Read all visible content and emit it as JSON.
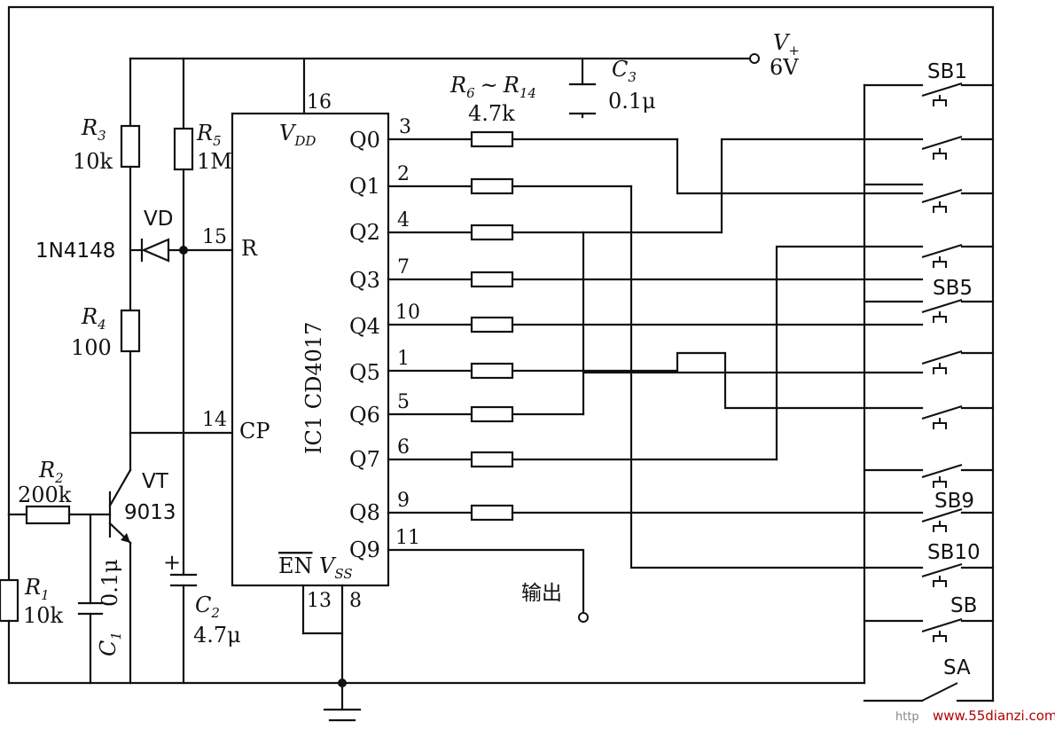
{
  "components": {
    "r1": {
      "name": "R",
      "sub": "1",
      "value": "10k"
    },
    "r2": {
      "name": "R",
      "sub": "2",
      "value": "200k"
    },
    "r3": {
      "name": "R",
      "sub": "3",
      "value": "10k"
    },
    "r4": {
      "name": "R",
      "sub": "4",
      "value": "100"
    },
    "r5": {
      "name": "R",
      "sub": "5",
      "value": "1M"
    },
    "r6_r14": {
      "name1": "R",
      "sub1": "6",
      "sep": "~",
      "name2": "R",
      "sub2": "14",
      "value": "4.7k"
    },
    "c1": {
      "name": "C",
      "sub": "1",
      "value": "0.1μ"
    },
    "c2": {
      "name": "C",
      "sub": "2",
      "value": "4.7μ",
      "polarity": "+"
    },
    "c3": {
      "name": "C",
      "sub": "3",
      "value": "0.1μ"
    },
    "vd": {
      "name": "VD",
      "part": "1N4148"
    },
    "vt": {
      "name": "VT",
      "part": "9013"
    },
    "supply": {
      "name": "V",
      "sub": "+",
      "value": "6V"
    }
  },
  "ic": {
    "label": "IC1 CD4017",
    "vdd": "V",
    "vdd_sub": "DD",
    "vss": "V",
    "vss_sub": "SS",
    "en": "EN",
    "r": "R",
    "cp": "CP",
    "pin_vdd": "16",
    "pin_r": "15",
    "pin_cp": "14",
    "pin_en": "13",
    "pin_vss": "8",
    "outputs": [
      {
        "q": "Q0",
        "pin": "3"
      },
      {
        "q": "Q1",
        "pin": "2"
      },
      {
        "q": "Q2",
        "pin": "4"
      },
      {
        "q": "Q3",
        "pin": "7"
      },
      {
        "q": "Q4",
        "pin": "10"
      },
      {
        "q": "Q5",
        "pin": "1"
      },
      {
        "q": "Q6",
        "pin": "5"
      },
      {
        "q": "Q7",
        "pin": "6"
      },
      {
        "q": "Q8",
        "pin": "9"
      },
      {
        "q": "Q9",
        "pin": "11"
      }
    ]
  },
  "output_label": "输出",
  "switches": {
    "sb1": "SB1",
    "sb5": "SB5",
    "sb9": "SB9",
    "sb10": "SB10",
    "sb": "SB",
    "sa": "SA"
  },
  "watermark": {
    "prefix": "http",
    "site": "www.55dianzi.com"
  }
}
